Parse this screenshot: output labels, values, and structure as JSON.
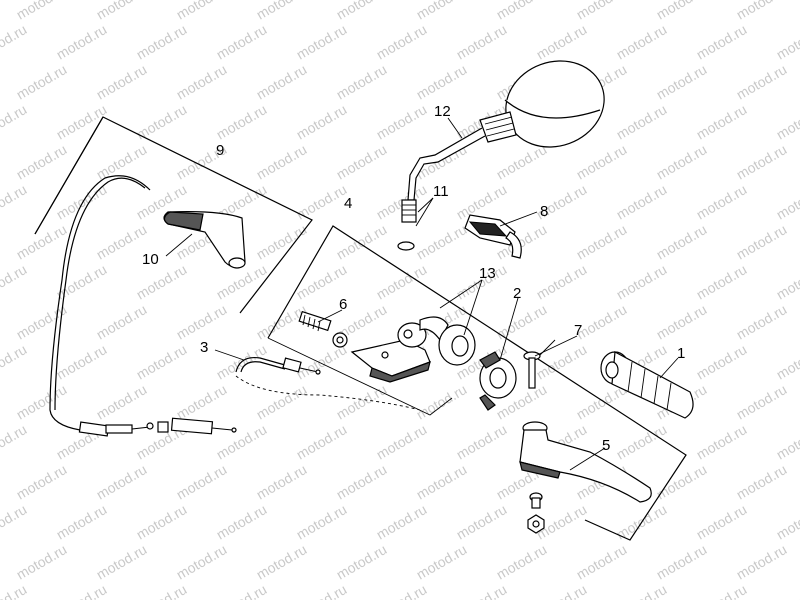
{
  "watermark": {
    "text": "motod.ru"
  },
  "callouts": [
    {
      "id": "1",
      "label": "1"
    },
    {
      "id": "2",
      "label": "2"
    },
    {
      "id": "3",
      "label": "3"
    },
    {
      "id": "4",
      "label": "4"
    },
    {
      "id": "5",
      "label": "5"
    },
    {
      "id": "6",
      "label": "6"
    },
    {
      "id": "7",
      "label": "7"
    },
    {
      "id": "8",
      "label": "8"
    },
    {
      "id": "9",
      "label": "9"
    },
    {
      "id": "10",
      "label": "10"
    },
    {
      "id": "11",
      "label": "11"
    },
    {
      "id": "12",
      "label": "12"
    },
    {
      "id": "13",
      "label": "13"
    }
  ]
}
